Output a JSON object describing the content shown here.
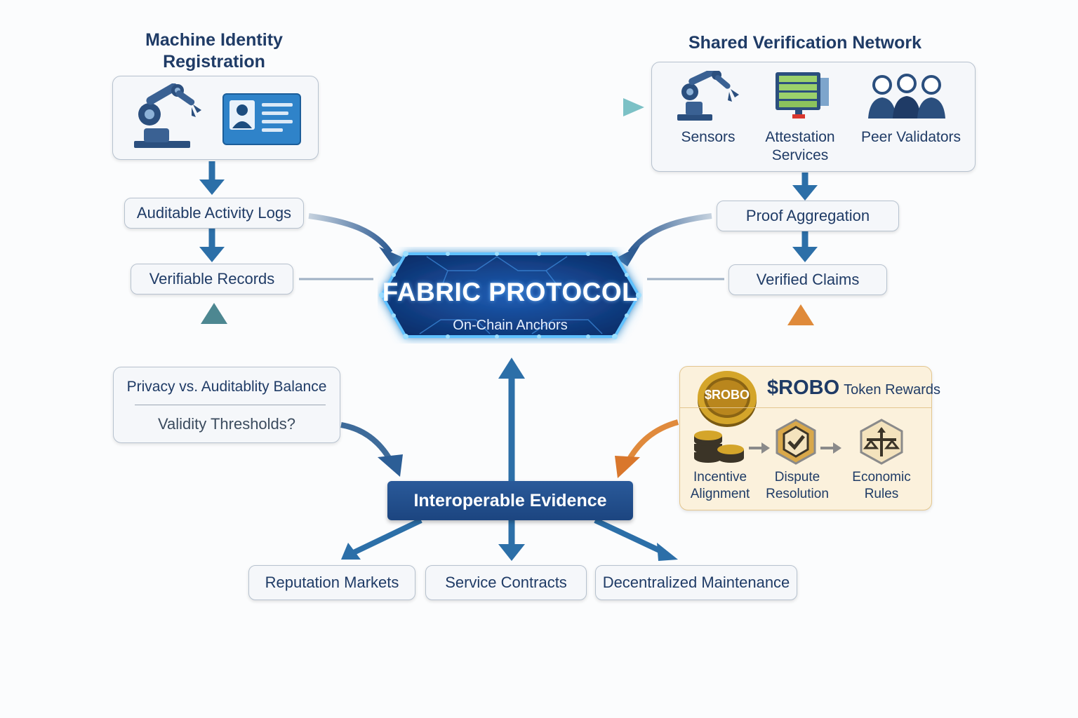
{
  "identity": {
    "title_line1": "Machine Identity",
    "title_line2": "Registration",
    "icons": [
      "robot-arm-icon",
      "id-card-icon"
    ]
  },
  "verification_network": {
    "title": "Shared Verification Network",
    "items": [
      {
        "label": "Sensors",
        "icon": "robot-arm-icon"
      },
      {
        "label_line1": "Attestation",
        "label_line2": "Services",
        "icon": "server-icon"
      },
      {
        "label": "Peer Validators",
        "icon": "people-icon"
      }
    ]
  },
  "left_flow": {
    "activity_logs": "Auditable Activity Logs",
    "verifiable_records": "Verifiable Records"
  },
  "right_flow": {
    "proof_aggregation": "Proof Aggregation",
    "verified_claims": "Verified Claims"
  },
  "hub": {
    "title": "FABRIC PROTOCOL",
    "subtitle": "On-Chain Anchors"
  },
  "privacy": {
    "line1": "Privacy vs. Auditablity Balance",
    "line2": "Validity Thresholds?"
  },
  "token": {
    "coin_label": "$ROBO",
    "title": "$ROBO",
    "title_suffix": "Token Rewards",
    "steps": [
      {
        "line1": "Incentive",
        "line2": "Alignment",
        "icon": "coin-stack-icon"
      },
      {
        "line1": "Dispute",
        "line2": "Resolution",
        "icon": "shield-check-icon"
      },
      {
        "line1": "Economic",
        "line2": "Rules",
        "icon": "balance-rules-icon"
      }
    ]
  },
  "evidence": "Interoperable Evidence",
  "outcomes": [
    "Reputation Markets",
    "Service Contracts",
    "Decentralized Maintenance"
  ],
  "colors": {
    "navy": "#1f3b66",
    "arrow_blue": "#2c6fa8",
    "arrow_teal": "#6fb3c0",
    "arrow_green": "#5a8e8a",
    "arrow_orange": "#e08a3c",
    "hub_glow": "#3fa0ff"
  }
}
